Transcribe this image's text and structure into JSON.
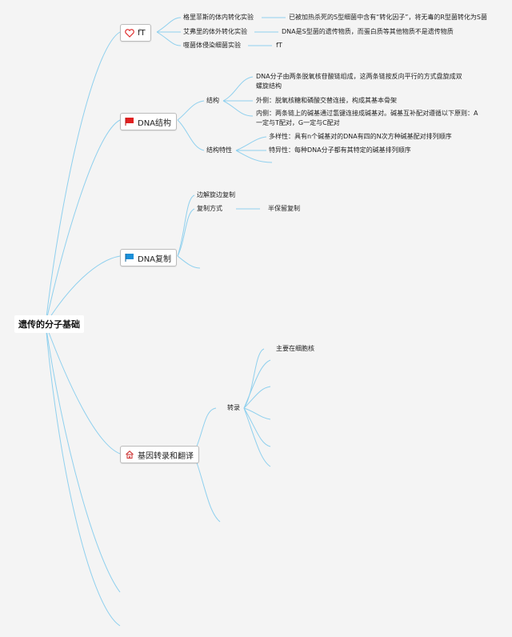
{
  "root": "遗传的分子基础",
  "topics": [
    {
      "label": "fT",
      "icon": "heart-icon",
      "color": "#e03030"
    },
    {
      "label": "DNA结构",
      "icon": "red-flag-icon",
      "color": "#e02020"
    },
    {
      "label": "DNA复制",
      "icon": "blue-flag-icon",
      "color": "#1a8fd8"
    },
    {
      "label": "基因转录和翻译",
      "icon": "home-icon",
      "color": "#d04040"
    }
  ],
  "experiments": [
    {
      "name": "格里菲斯的体内转化实验",
      "result": "已被加热杀死的S型细菌中含有“转化因子”，将无毒的R型菌转化为S菌"
    },
    {
      "name": "艾弗里的体外转化实验",
      "result": "DNA是S型菌的遗传物质，而蛋白质等其他物质不是遗传物质"
    },
    {
      "name": "噬菌体侵染细菌实验",
      "result": "fT"
    }
  ],
  "structure": {
    "label": "结构",
    "items": [
      "DNA分子由两条脱氧核苷酸链组成，这两条链按反向平行的方式盘旋成双螺旋结构",
      "外侧：脱氧核糖和磷酸交替连接，构成其基本骨架",
      "内侧：两条链上的碱基通过氢键连接成碱基对。碱基互补配对遵循以下原则：A一定与T配对，G一定与C配对"
    ]
  },
  "features": {
    "label": "结构特性",
    "items": [
      "多样性：具有n个碱基对的DNA有四的N次方种碱基配对排列顺序",
      "特异性：每种DNA分子都有其特定的碱基排列顺序"
    ]
  },
  "replication": {
    "item1": "边解旋边复制",
    "mode_label": "复制方式",
    "mode_value": "半保留复制"
  },
  "transcription": {
    "label": "转录",
    "item1": "主要在细胞核"
  },
  "colors": {
    "line": "#8fd0ee",
    "box_border": "#bbbbbb"
  }
}
